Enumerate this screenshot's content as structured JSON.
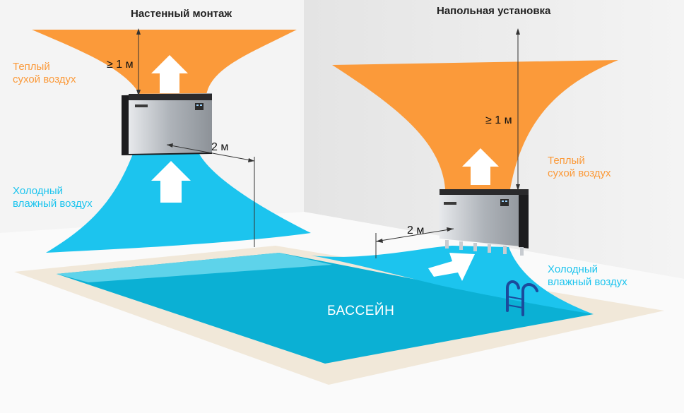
{
  "titles": {
    "wall": "Настенный монтаж",
    "floor": "Напольная установка"
  },
  "labels": {
    "warm_wall_line1": "Теплый",
    "warm_wall_line2": "сухой воздух",
    "cold_wall_line1": "Холодный",
    "cold_wall_line2": "влажный воздух",
    "warm_floor_line1": "Теплый",
    "warm_floor_line2": "сухой воздух",
    "cold_floor_line1": "Холодный",
    "cold_floor_line2": "влажный воздух",
    "pool": "БАССЕЙН"
  },
  "dimensions": {
    "wall_height": "≥ 1 м",
    "wall_distance": "2 м",
    "floor_height": "≥ 1 м",
    "floor_distance": "2 м"
  },
  "colors": {
    "warm_air": "#fb9a3a",
    "cold_air": "#1cc4ee",
    "pool_water": "#0bb0d4",
    "pool_edge": "#f1e8d9",
    "device_body": "#b8bcc2",
    "device_frame": "#1c1c1e",
    "wall": "#f0f0f0",
    "floor": "#f8f8f8"
  },
  "icons": [
    "dehumidifier-unit-icon",
    "pool-ladder-icon",
    "up-arrow-icon"
  ]
}
